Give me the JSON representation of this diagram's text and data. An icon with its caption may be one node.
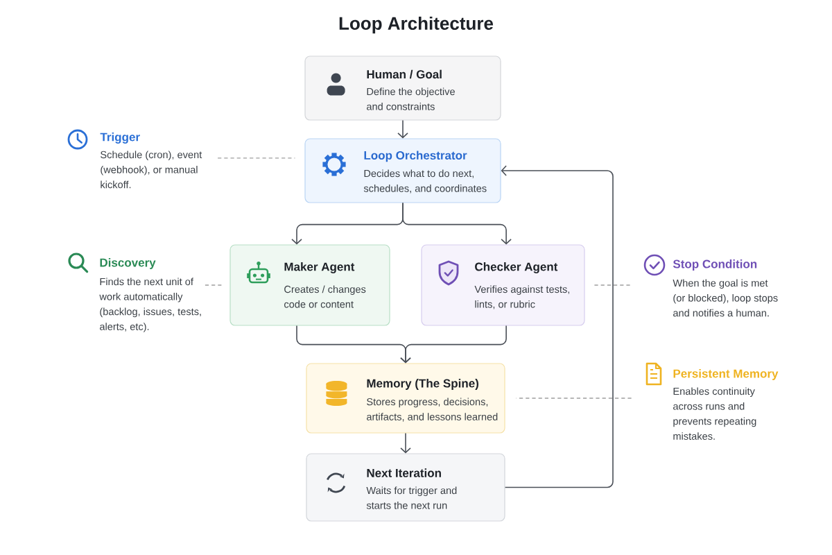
{
  "diagram": {
    "title": "Loop Architecture",
    "nodes": [
      {
        "text": [
          "Human / Goal",
          "Define the objective and constraints"
        ]
      },
      {
        "text": [
          "Loop Orchestrator",
          "Decides what to do next, schedules, and coordinates"
        ]
      },
      {
        "text": [
          "Maker Agent",
          "Creates / changes code or content"
        ]
      },
      {
        "text": [
          "Checker Agent",
          "Verifies against tests, lints, or rubric"
        ]
      },
      {
        "text": [
          "Memory (The Spine)",
          "Stores progress, decisions, artifacts, and lessons learned"
        ]
      },
      {
        "text": [
          "Next Iteration",
          "Waits for trigger and starts the next run"
        ]
      },
      {
        "text": [
          "Trigger",
          "Schedule (cron), event (webhook), or manual kickoff."
        ]
      },
      {
        "text": [
          "Discovery",
          "Finds the next unit of work automatically (backlog, issues, tests, alerts, etc)."
        ]
      },
      {
        "text": [
          "Stop Condition",
          "When the goal is met (or blocked), loop stops and notifies a human."
        ]
      },
      {
        "text": [
          "Persistent Memory",
          "Enables continuity across runs and prevents repeating mistakes."
        ]
      }
    ],
    "edges": [
      {
        "from": 0,
        "to": 1,
        "arrow": "to"
      },
      {
        "from": 1,
        "to": 2,
        "arrow": "to"
      },
      {
        "from": 1,
        "to": 3,
        "arrow": "to"
      },
      {
        "from": 2,
        "to": 4,
        "arrow": "to"
      },
      {
        "from": 3,
        "to": 4,
        "arrow": "to"
      },
      {
        "from": 4,
        "to": 5,
        "arrow": "to"
      },
      {
        "from": 5,
        "to": 1,
        "arrow": "to"
      },
      {
        "from": 6,
        "to": 1,
        "arrow": "none",
        "style": "dashed",
        "color": "#9e9e9e"
      },
      {
        "from": 7,
        "to": 2,
        "arrow": "none",
        "style": "dashed",
        "color": "#9e9e9e"
      },
      {
        "from": 8,
        "to": 3,
        "arrow": "none",
        "style": "dashed",
        "color": "#9e9e9e"
      },
      {
        "from": 9,
        "to": 4,
        "arrow": "none",
        "style": "dashed",
        "color": "#9e9e9e"
      }
    ]
  }
}
